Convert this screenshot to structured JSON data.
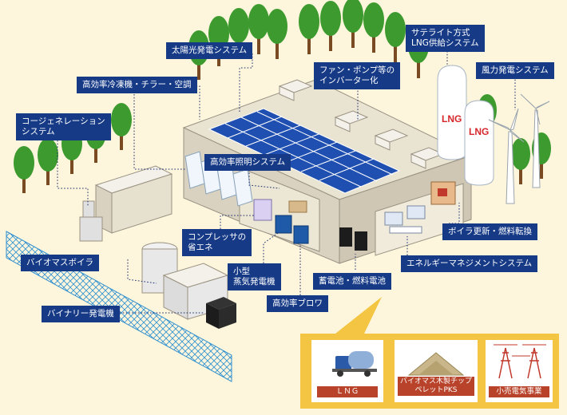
{
  "labels": {
    "solar": "太陽光発電システム",
    "satellite_l1": "サテライト方式",
    "satellite_l2": "LNG供給システム",
    "fan_l1": "ファン・ポンプ等の",
    "fan_l2": "インバーター化",
    "wind": "風力発電システム",
    "chiller": "高効率冷凍機・チラー・空調",
    "cogen_l1": "コージェネレーション",
    "cogen_l2": "システム",
    "lighting": "高効率照明システム",
    "compressor_l1": "コンプレッサの",
    "compressor_l2": "省エネ",
    "biomass_boiler": "バイオマスボイラ",
    "steam_l1": "小型",
    "steam_l2": "蒸気発電機",
    "battery": "蓄電池・燃料電池",
    "boiler_update": "ボイラ更新・燃料転換",
    "ems": "エネルギーマネジメントシステム",
    "binary": "バイナリー発電機",
    "blower": "高効率ブロワ"
  },
  "tank_labels": [
    "LNG",
    "LNG"
  ],
  "fuel_panel": {
    "items": [
      {
        "caption": "ＬＮＧ",
        "icon": "lng-truck-icon"
      },
      {
        "caption": "バイオマス木製チップ ペレットPKS",
        "icon": "wood-chip-pile-icon"
      },
      {
        "caption": "小売電気事業",
        "icon": "power-tower-icon"
      }
    ]
  },
  "colors": {
    "label_bg": "#163a86",
    "caption_bg": "#b8432a",
    "panel_bg": "#f4c542",
    "background": "#fdf6dc",
    "solar_panel": "#1f4fb0",
    "tree": "#3d9a2e"
  }
}
